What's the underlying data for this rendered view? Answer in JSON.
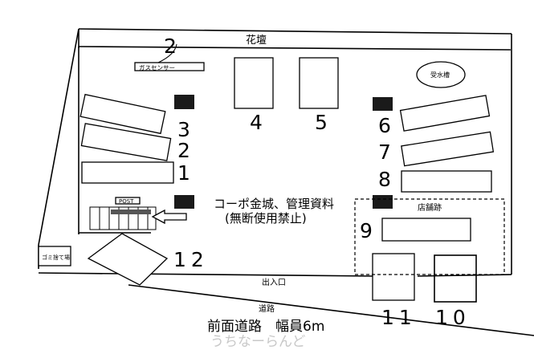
{
  "labels": {
    "hanadan": "花壇",
    "center": "ガスセンサー",
    "water": "受水槽",
    "title_line1": "コーポ金城、管理資料",
    "title_line2": "(無断使用禁止)",
    "shop": "店舗跡",
    "post": "POST",
    "entrance": "出入口",
    "road_small": "道路",
    "road": "前面道路　幅員6m",
    "trash": "ゴミ捨て場",
    "watermark": "うちなーらんど"
  },
  "spaces": [
    "1",
    "2",
    "3",
    "4",
    "5",
    "6",
    "7",
    "8",
    "9",
    "10",
    "11",
    "12"
  ],
  "callout": "2"
}
